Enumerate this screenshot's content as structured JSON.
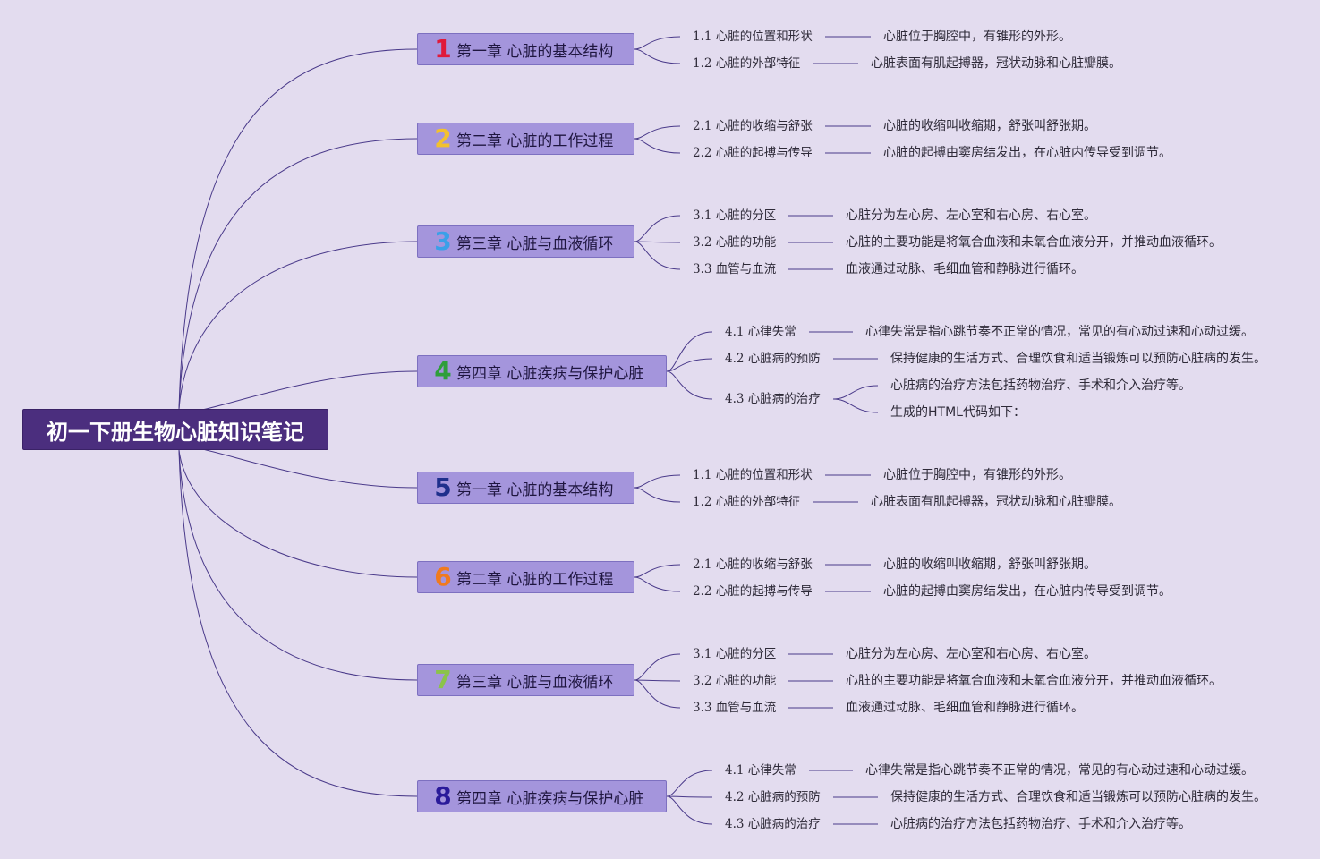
{
  "root": {
    "title": "初一下册生物心脏知识笔记"
  },
  "chapters": [
    {
      "num": "1",
      "num_color": "#e0193a",
      "title": "第一章 心脏的基本结构",
      "sections": [
        {
          "label": "1.1 心脏的位置和形状",
          "details": [
            "心脏位于胸腔中，有锥形的外形。"
          ]
        },
        {
          "label": "1.2 心脏的外部特征",
          "details": [
            "心脏表面有肌起搏器，冠状动脉和心脏瓣膜。"
          ]
        }
      ]
    },
    {
      "num": "2",
      "num_color": "#f2c12e",
      "title": "第二章 心脏的工作过程",
      "sections": [
        {
          "label": "2.1 心脏的收缩与舒张",
          "details": [
            "心脏的收缩叫收缩期，舒张叫舒张期。"
          ]
        },
        {
          "label": "2.2 心脏的起搏与传导",
          "details": [
            "心脏的起搏由窦房结发出，在心脏内传导受到调节。"
          ]
        }
      ]
    },
    {
      "num": "3",
      "num_color": "#3aa0e8",
      "title": "第三章 心脏与血液循环",
      "sections": [
        {
          "label": "3.1 心脏的分区",
          "details": [
            "心脏分为左心房、左心室和右心房、右心室。"
          ]
        },
        {
          "label": "3.2 心脏的功能",
          "details": [
            "心脏的主要功能是将氧合血液和未氧合血液分开，并推动血液循环。"
          ]
        },
        {
          "label": "3.3 血管与血流",
          "details": [
            "血液通过动脉、毛细血管和静脉进行循环。"
          ]
        }
      ]
    },
    {
      "num": "4",
      "num_color": "#2e9e3a",
      "title": "第四章 心脏疾病与保护心脏",
      "sections": [
        {
          "label": "4.1 心律失常",
          "details": [
            "心律失常是指心跳节奏不正常的情况，常见的有心动过速和心动过缓。"
          ]
        },
        {
          "label": "4.2 心脏病的预防",
          "details": [
            "保持健康的生活方式、合理饮食和适当锻炼可以预防心脏病的发生。"
          ]
        },
        {
          "label": "4.3 心脏病的治疗",
          "details": [
            "心脏病的治疗方法包括药物治疗、手术和介入治疗等。",
            "生成的HTML代码如下："
          ]
        }
      ]
    },
    {
      "num": "5",
      "num_color": "#1e2f8c",
      "title": "第一章 心脏的基本结构",
      "sections": [
        {
          "label": "1.1 心脏的位置和形状",
          "details": [
            "心脏位于胸腔中，有锥形的外形。"
          ]
        },
        {
          "label": "1.2 心脏的外部特征",
          "details": [
            "心脏表面有肌起搏器，冠状动脉和心脏瓣膜。"
          ]
        }
      ]
    },
    {
      "num": "6",
      "num_color": "#f07a1e",
      "title": "第二章 心脏的工作过程",
      "sections": [
        {
          "label": "2.1 心脏的收缩与舒张",
          "details": [
            "心脏的收缩叫收缩期，舒张叫舒张期。"
          ]
        },
        {
          "label": "2.2 心脏的起搏与传导",
          "details": [
            "心脏的起搏由窦房结发出，在心脏内传导受到调节。"
          ]
        }
      ]
    },
    {
      "num": "7",
      "num_color": "#8bc34a",
      "title": "第三章 心脏与血液循环",
      "sections": [
        {
          "label": "3.1 心脏的分区",
          "details": [
            "心脏分为左心房、左心室和右心房、右心室。"
          ]
        },
        {
          "label": "3.2 心脏的功能",
          "details": [
            "心脏的主要功能是将氧合血液和未氧合血液分开，并推动血液循环。"
          ]
        },
        {
          "label": "3.3 血管与血流",
          "details": [
            "血液通过动脉、毛细血管和静脉进行循环。"
          ]
        }
      ]
    },
    {
      "num": "8",
      "num_color": "#2a1a9a",
      "title": "第四章 心脏疾病与保护心脏",
      "sections": [
        {
          "label": "4.1 心律失常",
          "details": [
            "心律失常是指心跳节奏不正常的情况，常见的有心动过速和心动过缓。"
          ]
        },
        {
          "label": "4.2 心脏病的预防",
          "details": [
            "保持健康的生活方式、合理饮食和适当锻炼可以预防心脏病的发生。"
          ]
        },
        {
          "label": "4.3 心脏病的治疗",
          "details": [
            "心脏病的治疗方法包括药物治疗、手术和介入治疗等。"
          ]
        }
      ]
    }
  ],
  "colors": {
    "background": "#e3dcef",
    "root_fill": "#4b2e7e",
    "chapter_fill": "#a495dc",
    "line": "#4a3a8a"
  }
}
